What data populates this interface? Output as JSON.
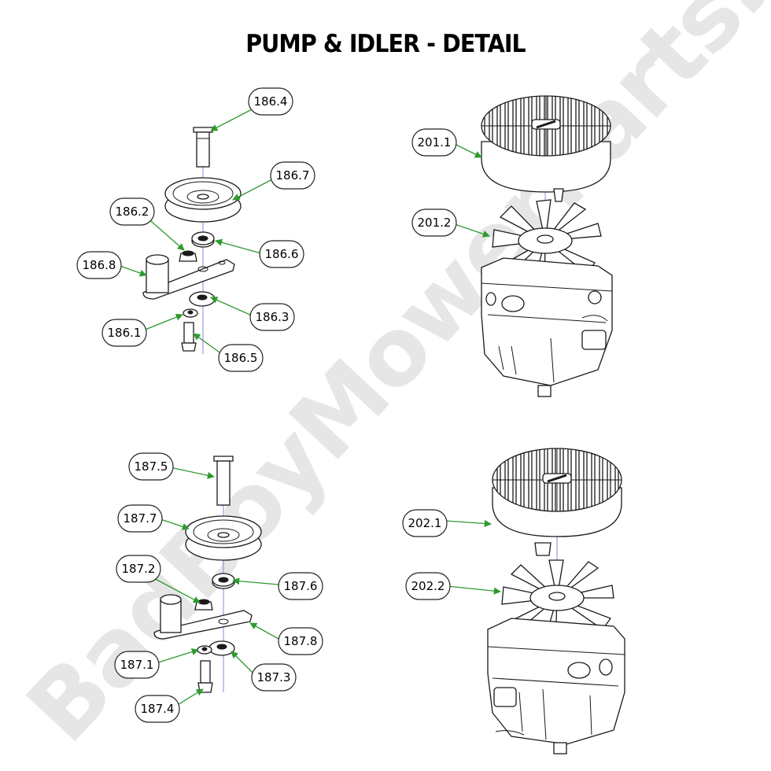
{
  "title": "PUMP & IDLER - DETAIL",
  "watermark": "BadBoyMowerParts.com",
  "colors": {
    "leader": "#2e9a2e",
    "axis": "#6a6ae0",
    "watermark": "#e6e6e6"
  },
  "callouts": {
    "c186_4": "186.4",
    "c186_7": "186.7",
    "c186_2": "186.2",
    "c186_6": "186.6",
    "c186_8": "186.8",
    "c186_3": "186.3",
    "c186_1": "186.1",
    "c186_5": "186.5",
    "c201_1": "201.1",
    "c201_2": "201.2",
    "c187_5": "187.5",
    "c187_7": "187.7",
    "c187_2": "187.2",
    "c187_6": "187.6",
    "c187_8": "187.8",
    "c187_1": "187.1",
    "c187_3": "187.3",
    "c187_4": "187.4",
    "c202_1": "202.1",
    "c202_2": "202.2"
  }
}
